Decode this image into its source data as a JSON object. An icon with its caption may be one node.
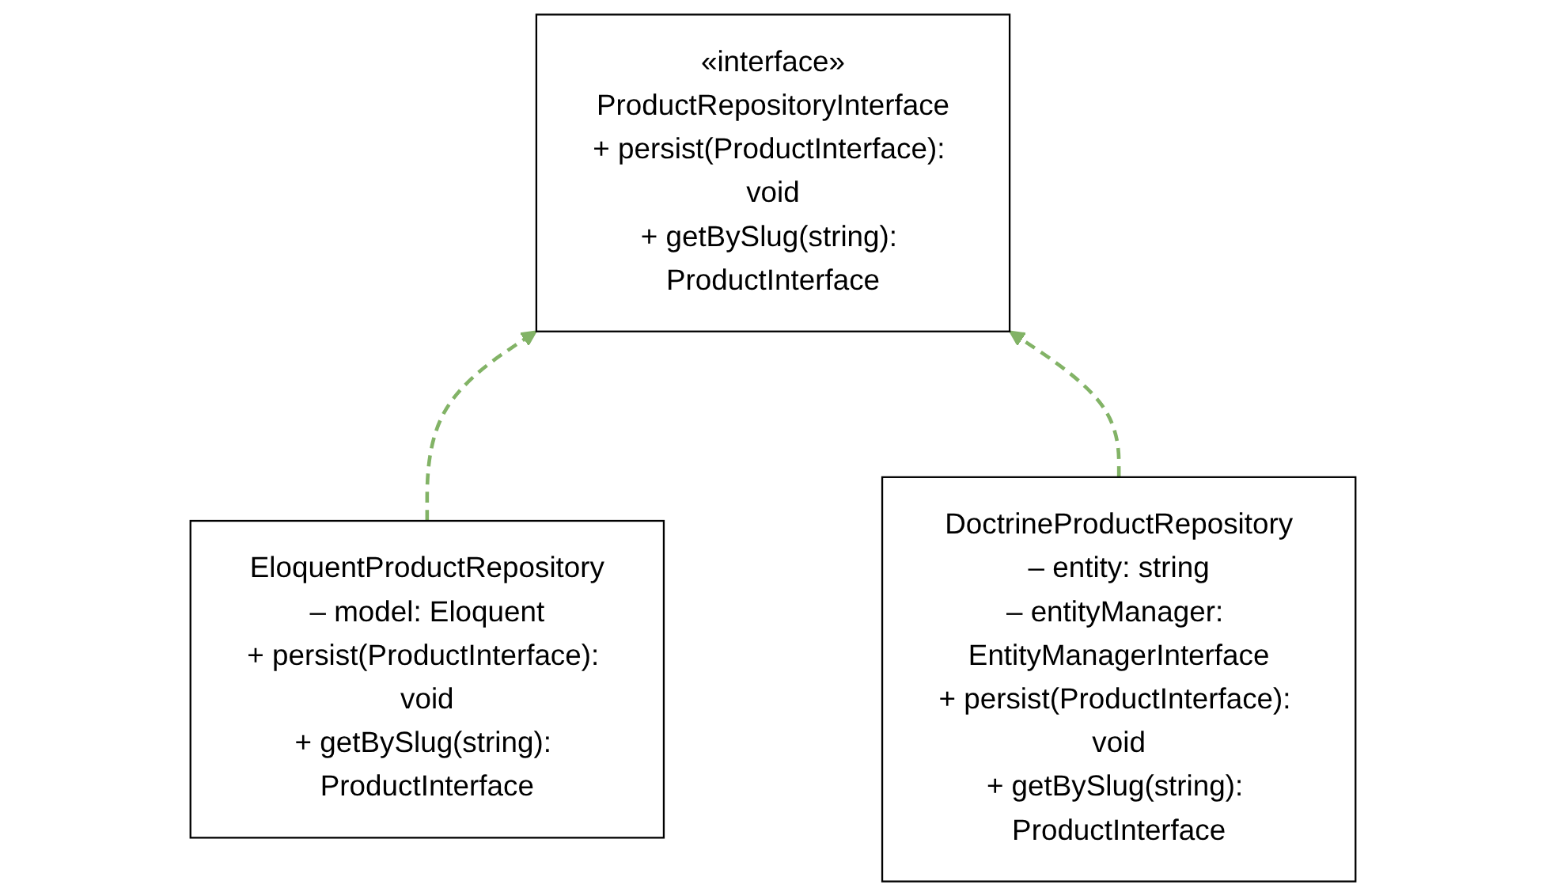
{
  "diagram": {
    "nodes": [
      {
        "text": [
          "«interface»",
          "ProductRepositoryInterface",
          "+ persist(ProductInterface): void",
          "+ getBySlug(string): ProductInterface"
        ]
      },
      {
        "text": [
          "EloquentProductRepository",
          "– model: Eloquent",
          "+ persist(ProductInterface): void",
          "+ getBySlug(string): ProductInterface"
        ]
      },
      {
        "text": [
          "DoctrineProductRepository",
          "– entity: string",
          "– entityManager: EntityManagerInterface",
          "+ persist(ProductInterface): void",
          "+ getBySlug(string): ProductInterface"
        ]
      }
    ],
    "edges": [
      {
        "from": 1,
        "to": 0,
        "arrow": "to",
        "style": "dashed",
        "color": "#82b366"
      },
      {
        "from": 2,
        "to": 0,
        "arrow": "to",
        "style": "dashed",
        "color": "#82b366"
      }
    ]
  }
}
